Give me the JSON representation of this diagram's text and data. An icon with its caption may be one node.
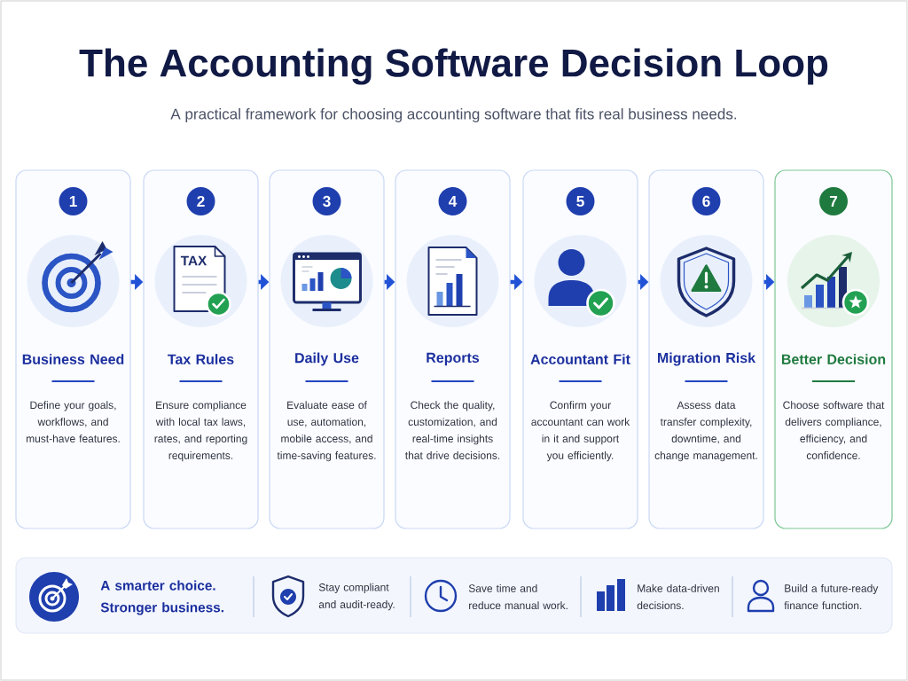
{
  "diagram": {
    "title": "The Accounting Software Decision Loop",
    "nodes": [
      {
        "text": [
          "Business Need",
          "Define your goals, workflows, and must-have features."
        ]
      },
      {
        "text": [
          "1"
        ],
        "in": 0
      },
      {
        "text": [
          "Tax Rules",
          "Ensure compliance with local tax laws, rates, and reporting requirements."
        ]
      },
      {
        "text": [
          "2"
        ],
        "in": 2
      },
      {
        "text": [
          "Daily Use",
          "Evaluate ease of use, automation, mobile access, and time-saving features."
        ]
      },
      {
        "text": [
          "3"
        ],
        "in": 4
      },
      {
        "text": [
          "Reports",
          "Check the quality, customization, and real-time insights that drive decisions."
        ]
      },
      {
        "text": [
          "4"
        ],
        "in": 6
      },
      {
        "text": [
          "Accountant Fit",
          "Confirm your accountant can work in it and support you efficiently."
        ]
      },
      {
        "text": [
          "5"
        ],
        "in": 8
      },
      {
        "text": [
          "Migration Risk",
          "Assess data transfer complexity, downtime, and change management."
        ]
      },
      {
        "text": [
          "6"
        ],
        "in": 10
      },
      {
        "text": [
          "Better Decision",
          "Choose software that delivers compliance, efficiency, and confidence."
        ]
      },
      {
        "text": [
          "7"
        ],
        "in": 12
      },
      {
        "text": [
          "A smarter choice. Stronger business.",
          "Stay compliant and audit-ready.",
          "Save time and reduce manual work.",
          "Make data-driven decisions.",
          "Build a future-ready finance function."
        ]
      }
    ],
    "edges": [
      {
        "from": 0,
        "to": 2,
        "arrow": "to"
      },
      {
        "from": 2,
        "to": 4,
        "arrow": "to"
      },
      {
        "from": 4,
        "to": 6,
        "arrow": "to"
      },
      {
        "from": 6,
        "to": 8,
        "arrow": "to"
      },
      {
        "from": 8,
        "to": 10,
        "arrow": "to"
      },
      {
        "from": 10,
        "to": 12,
        "arrow": "to"
      }
    ],
    "labels": [
      "A practical framework for choosing accounting software that fits real business needs.",
      "TAX"
    ]
  }
}
